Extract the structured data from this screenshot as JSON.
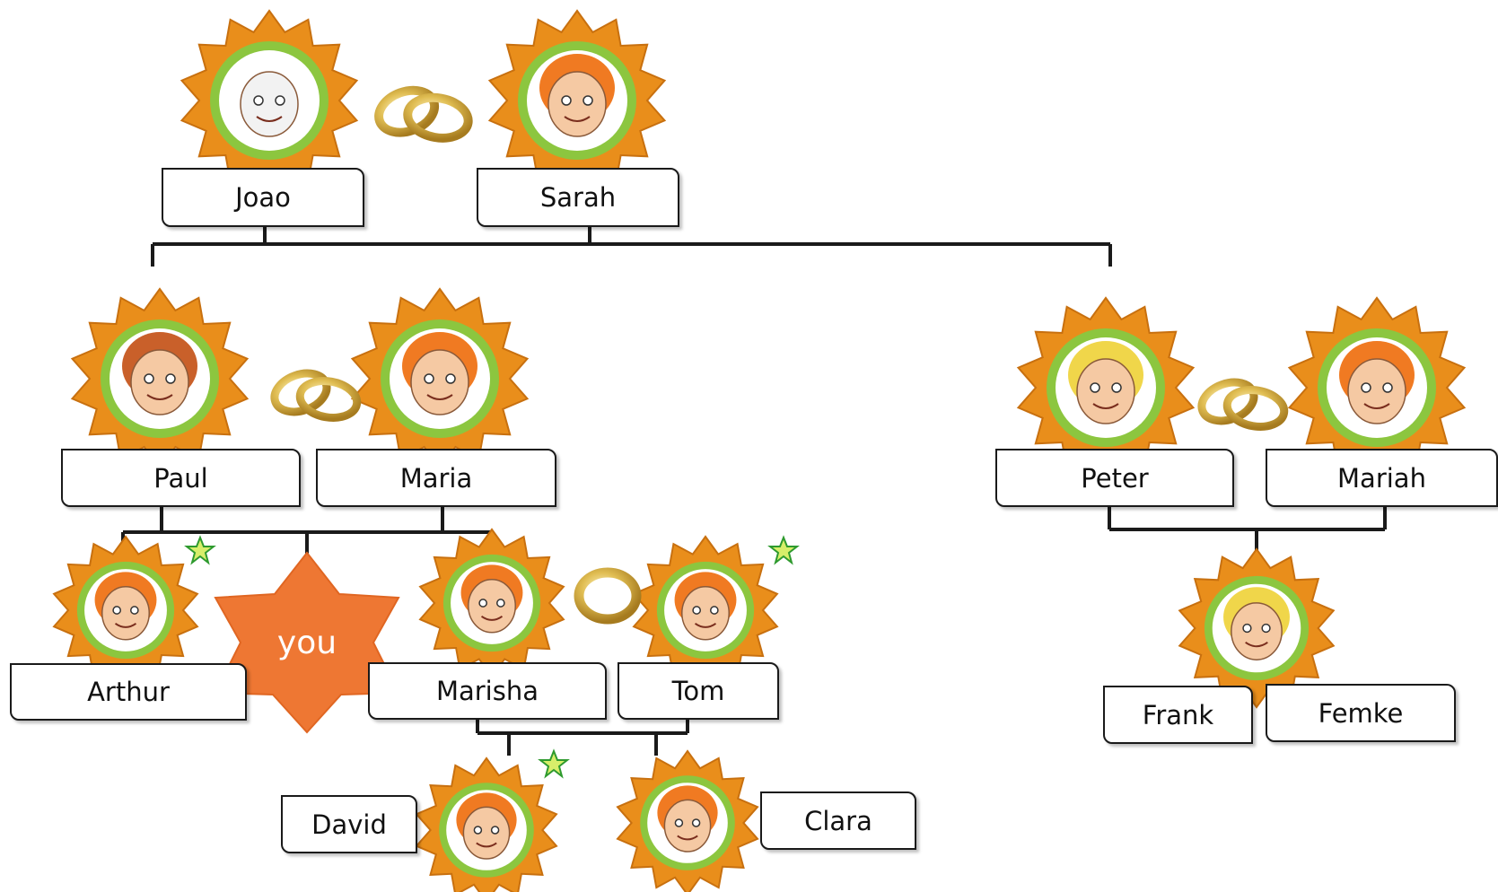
{
  "people": {
    "joao": "Joao",
    "sarah": "Sarah",
    "paul": "Paul",
    "maria": "Maria",
    "peter": "Peter",
    "mariah": "Mariah",
    "arthur": "Arthur",
    "marisha": "Marisha",
    "tom": "Tom",
    "frank": "Frank",
    "femke": "Femke",
    "david": "David",
    "clara": "Clara"
  },
  "marker": {
    "you_label": "you"
  },
  "colors": {
    "sun_orange": "#e98e1b",
    "sun_dark": "#c8700f",
    "ring_green": "#8cc63f",
    "you_star": "#ee7733",
    "marker_star": "#c9e34a",
    "gold": "#d9b443",
    "line": "#1a1a1a"
  }
}
